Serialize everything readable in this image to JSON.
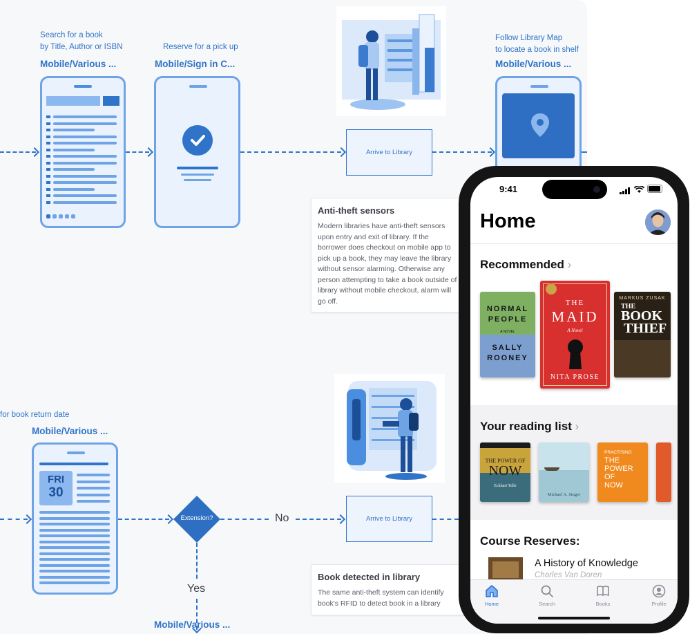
{
  "flow": {
    "search_caption_1": "Search for a book",
    "search_caption_2": "by Title, Author or ISBN",
    "search_channel": "Mobile/Various ...",
    "reserve_caption": "Reserve for a pick up",
    "reserve_channel": "Mobile/Sign in C...",
    "map_caption_1": "Follow Library Map",
    "map_caption_2": "to locate a book in shelf",
    "map_channel": "Mobile/Various ...",
    "arrive_label_1": "Arrive to Library",
    "antitheft_title": "Anti-theft sensors",
    "antitheft_body": "Modern libraries have anti-theft sensors upon entry and exit of library. If the borrower does checkout on mobile app to pick up a book, they may leave the library without sensor alarming. Otherwise any person attempting to take a book outside of library without mobile checkout, alarm will go off.",
    "return_caption": "for book return date",
    "return_channel": "Mobile/Various ...",
    "calendar_day": "FRI",
    "calendar_date": "30",
    "decision_label": "Extension?",
    "no_label": "No",
    "yes_label": "Yes",
    "arrive_label_2": "Arrive to Library",
    "detected_title": "Book detected in library",
    "detected_body": "The same anti-theft system can identify book's RFID to detect book in a library",
    "bottom_channel": "Mobile/Various ..."
  },
  "app": {
    "status_time": "9:41",
    "title": "Home",
    "recommended_label": "Recommended",
    "reading_list_label": "Your reading list",
    "course_reserves_label": "Course Reserves:",
    "books": {
      "normal_people": {
        "title_1": "NORMAL",
        "title_2": "PEOPLE",
        "sub": "A NOVEL",
        "author_1": "SALLY",
        "author_2": "ROONEY"
      },
      "the_maid": {
        "title_1": "THE",
        "title_2": "MAID",
        "sub": "A Novel",
        "author": "NITA PROSE"
      },
      "book_thief": {
        "author": "MARKUS ZUSAK",
        "title_1": "THE",
        "title_2": "BOOK",
        "title_3": "THIEF"
      },
      "power_of_now": {
        "title_1": "THE POWER OF",
        "title_2": "NOW",
        "author": "Eckhart Tolle"
      },
      "surrender": {
        "author": "Michael A. Singer"
      },
      "practising": {
        "line_1": "PRACTISING",
        "line_2": "THE",
        "line_3": "POWER",
        "line_4": "OF",
        "line_5": "NOW"
      }
    },
    "course_item": {
      "title": "A History of Knowledge",
      "author": "Charles Van Doren"
    },
    "tabs": [
      "Home",
      "Search",
      "Books",
      "Profile"
    ],
    "colors": {
      "accent": "#2f74c8",
      "tab_active": "#2a6fd6",
      "tab_inactive": "#8a8d94"
    }
  }
}
